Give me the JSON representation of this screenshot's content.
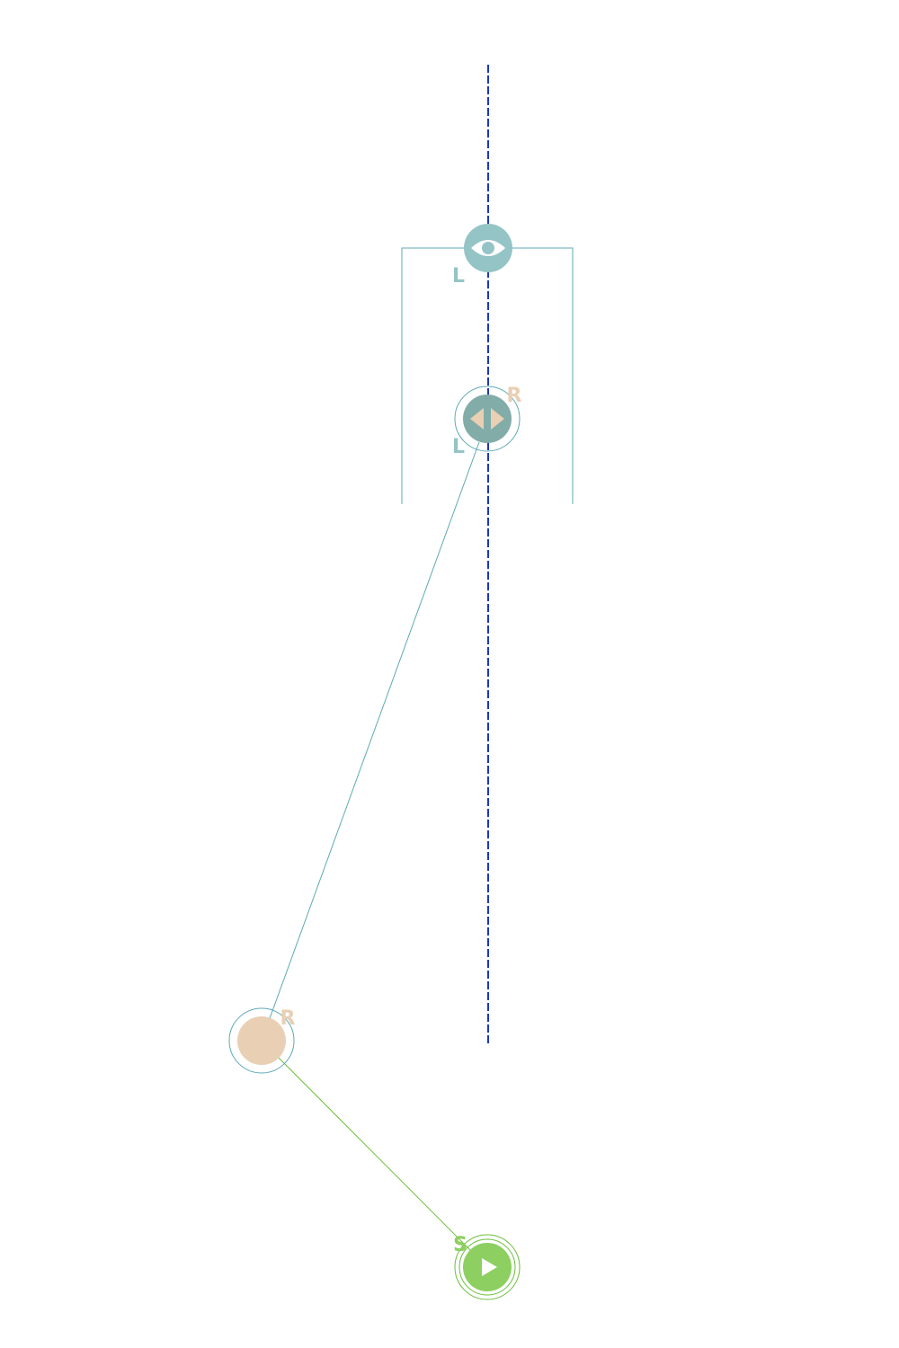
{
  "colors": {
    "teal": "#94c4c6",
    "teal_dark": "#81aca8",
    "teal_line": "#5eaab5",
    "peach": "#e9cfb4",
    "green": "#8dcf60",
    "green_line": "#6cbf3a",
    "axis_blue": "#1a36c8"
  },
  "nodes": {
    "eye_node": {
      "label": "L",
      "icon": "eye-icon"
    },
    "combined_node": {
      "label_left": "L",
      "label_right": "R",
      "icon": "left-right-arrows-icon"
    },
    "peach_node": {
      "label": "R"
    },
    "start_node": {
      "label": "S",
      "icon": "play-icon"
    }
  }
}
